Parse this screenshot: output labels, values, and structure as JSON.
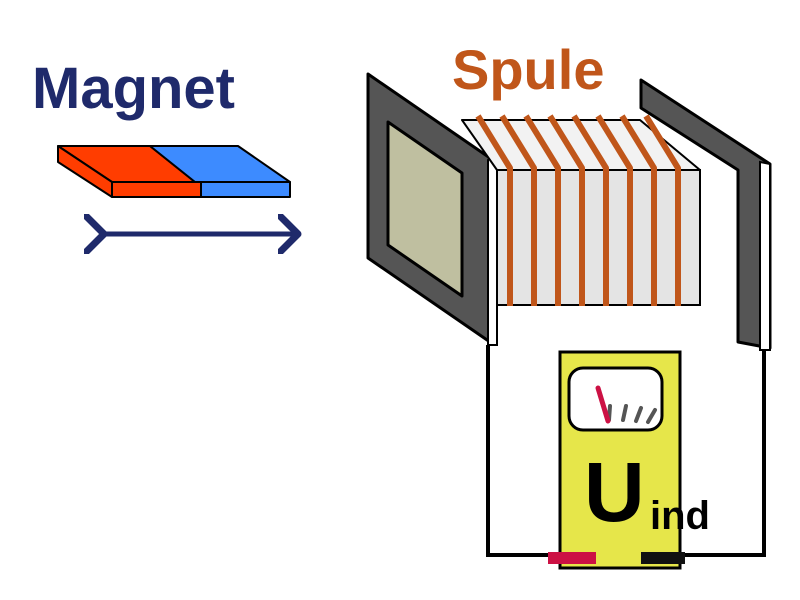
{
  "labels": {
    "magnet": "Magnet",
    "coil": "Spule",
    "voltage_symbol": "U",
    "voltage_subscript": "ind"
  },
  "colors": {
    "magnet_text": "#1f2a6b",
    "coil_text": "#c0561a",
    "magnet_north": "#ff3d00",
    "magnet_south": "#3d8bff",
    "arrow": "#1f2a6b",
    "coil_wire": "#c0561a",
    "core": "#e4e4e4",
    "frame": "#555555",
    "meter_body": "#e6e64a",
    "meter_needle": "#cc1144",
    "terminal_red": "#cc1144",
    "terminal_black": "#111111"
  }
}
